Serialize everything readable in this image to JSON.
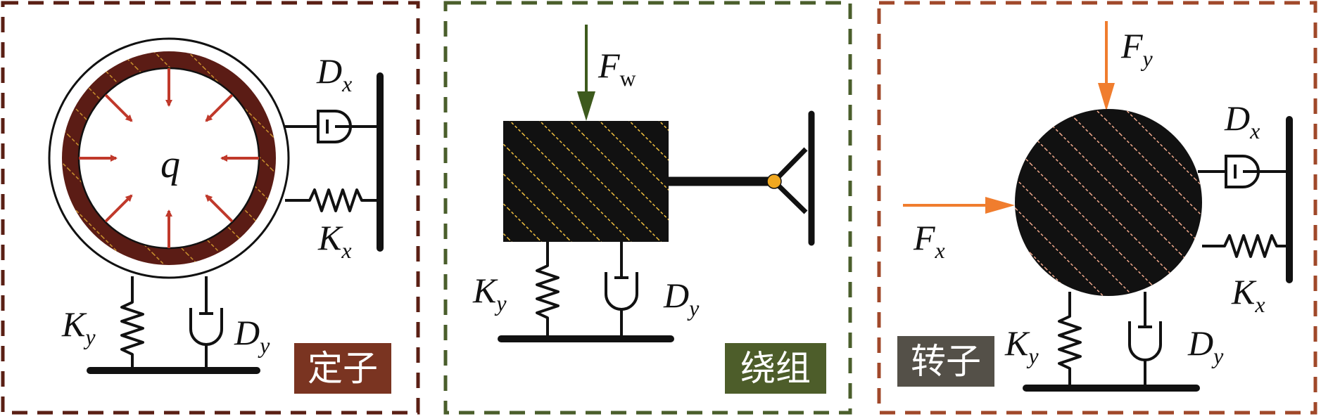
{
  "colors": {
    "stator_border": "#5a1f14",
    "stator_ring": "#5b1c15",
    "stator_hatch": "#c9912d",
    "stator_arrow": "#c0392b",
    "winding_border": "#4a5e2b",
    "winding_arrow": "#3d5a1d",
    "winding_hatch": "#f0c040",
    "rotor_border": "#a0482a",
    "rotor_arrow": "#f07d2e",
    "rotor_hatch": "#f2a98c",
    "pivot_fill": "#f0a820",
    "badge_stator": "#7a3421",
    "badge_winding": "#4d5d2a",
    "badge_rotor": "#545048"
  },
  "stator": {
    "pressure_label": "q",
    "dx": {
      "main": "D",
      "sub": "x"
    },
    "kx": {
      "main": "K",
      "sub": "x"
    },
    "ky": {
      "main": "K",
      "sub": "y"
    },
    "dy": {
      "main": "D",
      "sub": "y"
    },
    "badge": "定子"
  },
  "winding": {
    "force": {
      "main": "F",
      "sub": "w"
    },
    "ky": {
      "main": "K",
      "sub": "y"
    },
    "dy": {
      "main": "D",
      "sub": "y"
    },
    "badge": "绕组"
  },
  "rotor": {
    "force_y": {
      "main": "F",
      "sub": "y"
    },
    "force_x": {
      "main": "F",
      "sub": "x"
    },
    "dx": {
      "main": "D",
      "sub": "x"
    },
    "kx": {
      "main": "K",
      "sub": "x"
    },
    "ky": {
      "main": "K",
      "sub": "y"
    },
    "dy": {
      "main": "D",
      "sub": "y"
    },
    "badge": "转子"
  }
}
